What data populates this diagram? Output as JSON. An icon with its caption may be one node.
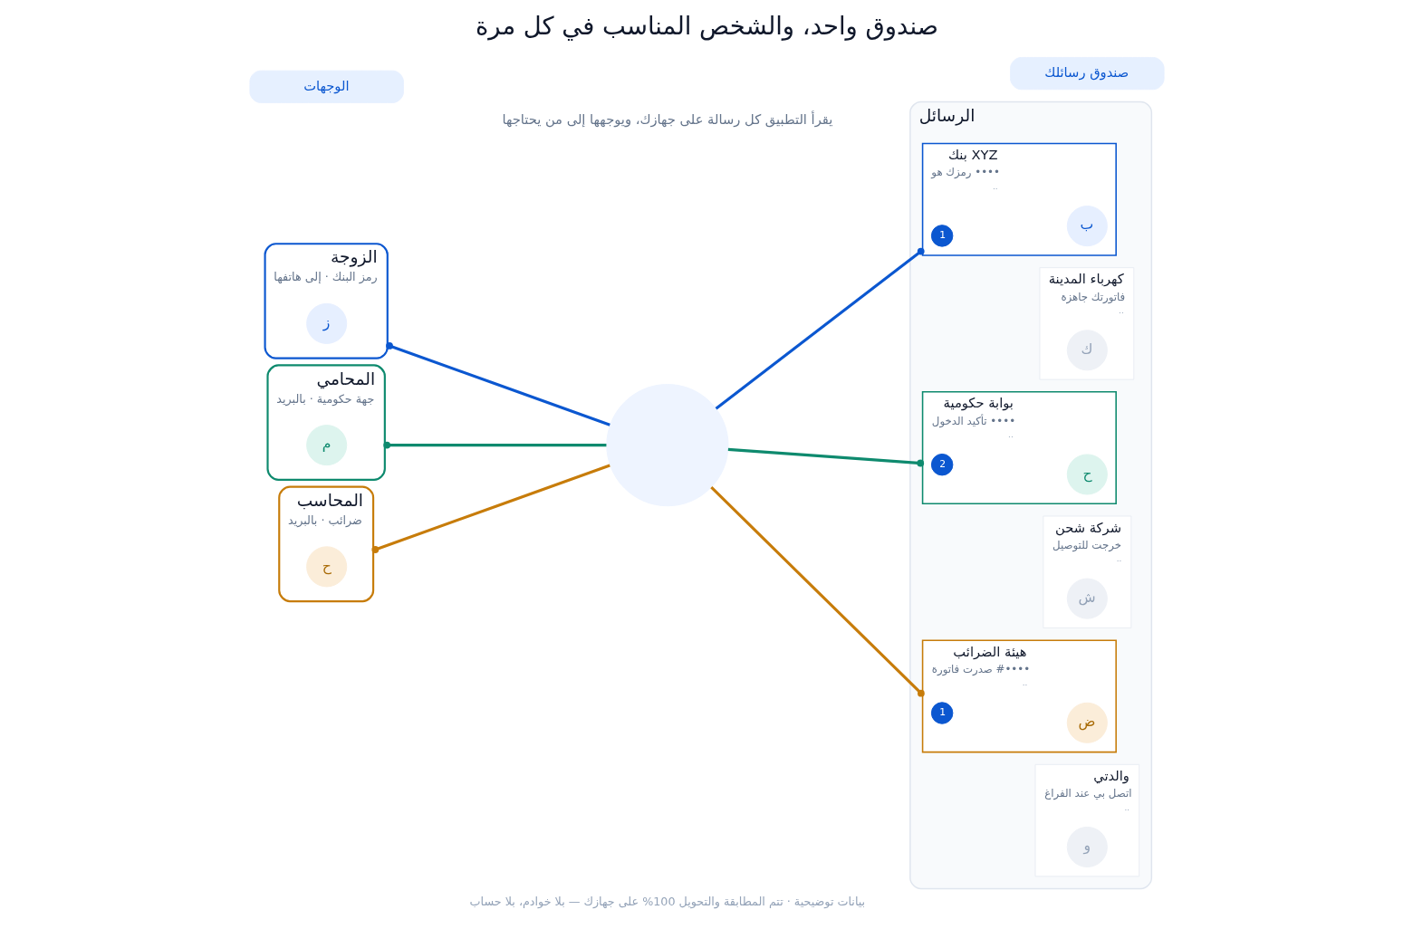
{
  "diagram": {
    "title": "صندوق واحد، والشخص المناسب في كل مرة",
    "caption": "بيانات توضيحية · تتم المطابقة والتحويل 100% على جهازك — بلا خوادم، بلا حساب",
    "nodes": [
      {
        "text": [
          "صندوق رسائلك"
        ]
      },
      {
        "text": [
          "الوجهات"
        ]
      },
      {
        "text": [
          "الرسائل"
        ]
      },
      {
        "text": [
          "بنك XYZ",
          "رمزك هو ••••",
          ".."
        ],
        "in": 2
      },
      {
        "text": [
          "ب"
        ],
        "in": 3
      },
      {
        "text": [
          "1"
        ],
        "in": 3
      },
      {
        "text": [
          "كهرباء المدينة",
          "فاتورتك جاهزة",
          ".."
        ],
        "in": 2
      },
      {
        "text": [
          "ك"
        ],
        "in": 6
      },
      {
        "text": [
          "بوابة حكومية",
          "تأكيد الدخول ••••",
          ".."
        ],
        "in": 2
      },
      {
        "text": [
          "ح"
        ],
        "in": 8
      },
      {
        "text": [
          "2"
        ],
        "in": 8
      },
      {
        "text": [
          "شركة شحن",
          "خرجت للتوصيل",
          ".."
        ],
        "in": 2
      },
      {
        "text": [
          "ش"
        ],
        "in": 11
      },
      {
        "text": [
          "هيئة الضرائب",
          "صدرت فاتورة #••••",
          ".."
        ],
        "in": 2
      },
      {
        "text": [
          "ض"
        ],
        "in": 13
      },
      {
        "text": [
          "1"
        ],
        "in": 13
      },
      {
        "text": [
          "والدتي",
          "اتصل بي عند الفراغ",
          ".."
        ],
        "in": 2
      },
      {
        "text": [
          "و"
        ],
        "in": 16
      },
      {
        "text": [],
        "shape": "circle"
      },
      {
        "text": [
          "الزوجة",
          "رمز البنك · إلى هاتفها"
        ]
      },
      {
        "text": [
          "ز"
        ],
        "in": 19
      },
      {
        "text": [
          "المحامي",
          "جهة حكومية · بالبريد"
        ]
      },
      {
        "text": [
          "م"
        ],
        "in": 21
      },
      {
        "text": [
          "المحاسب",
          "ضرائب · بالبريد"
        ]
      },
      {
        "text": [
          "ح"
        ],
        "in": 23
      }
    ],
    "edges": [
      {
        "from": 3,
        "to": 18,
        "arrow": "other",
        "color": "#0b57d0"
      },
      {
        "from": 8,
        "to": 18,
        "arrow": "other",
        "color": "#0e8a6e"
      },
      {
        "from": 13,
        "to": 18,
        "arrow": "other",
        "color": "#c77c0a"
      },
      {
        "from": 18,
        "to": 19,
        "arrow": "other",
        "color": "#0b57d0"
      },
      {
        "from": 18,
        "to": 21,
        "arrow": "other",
        "color": "#0e8a6e"
      },
      {
        "from": 18,
        "to": 23,
        "arrow": "other",
        "color": "#c77c0a"
      }
    ],
    "labels": [
      "يقرأ التطبيق كل رسالة على جهازك، ويوجهها إلى من يحتاجها"
    ]
  }
}
